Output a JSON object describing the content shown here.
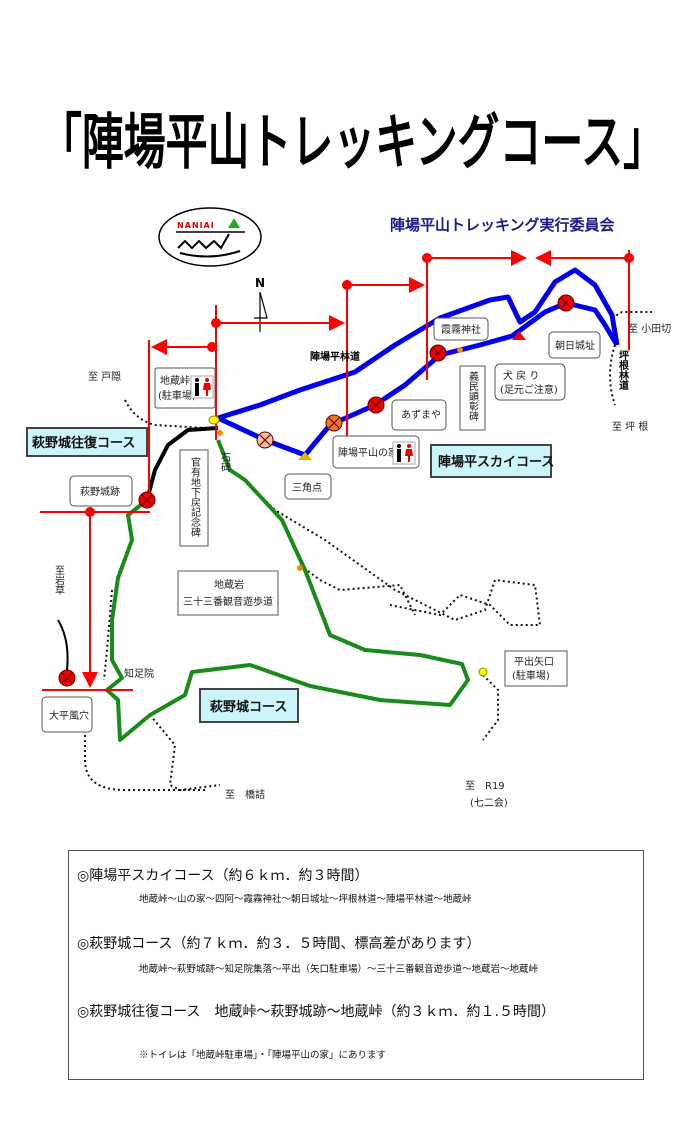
{
  "title": "「陣場平山トレッキングコース」",
  "logo_text": "NANIAI",
  "organizer": "陣場平山トレッキング実行委員会",
  "north": "N",
  "colors": {
    "sky_course": "#0000ee",
    "hagino_course": "#1a8a1a",
    "return_course": "#000000",
    "marker": "#ff0000",
    "course_box": "#ccf5fb",
    "organizer": "#1a1a8c"
  },
  "map": {
    "to_togakushi": "至 戸隠",
    "jizo_toge": "地蔵峠",
    "jizo_toge_parking": "(駐車場)",
    "rindo_jinbadaira": "陣場平林道",
    "return_course": "萩野城往復コース",
    "sekihi": "石碑",
    "kanyuchi": "官有地下戻記念碑",
    "hagino_castle_ruins": "萩野城跡",
    "sankakuten": "三角点",
    "yama_no_ie": "陣場平山の家",
    "sky_course": "陣場平スカイコース",
    "azumaya": "あずまや",
    "gimin": "義民顕彰碑",
    "shrine": "霞霧神社",
    "inumodori": "犬 戻 り",
    "inumodori_note": "(足元ご注意)",
    "asahi_castle": "朝日城址",
    "to_odagiri": "至 小田切",
    "tsubone_rindo": "坪根林道",
    "to_tsubone": "至 坪 根",
    "to_iwakusa": "至岩草",
    "jizo_iwa": "地蔵岩",
    "kannon_path": "三十三番観音遊歩道",
    "chisokuin": "知足院",
    "hagino_course": "萩野城コース",
    "ohira_fuketsu": "大平風穴",
    "hiraide_yaguchi": "平出矢口",
    "hiraide_parking": "(駐車場)",
    "to_hashizume": "至　橋詰",
    "to_r19": "至　R19",
    "to_r19_sub": "(七二会)"
  },
  "legend": {
    "sky_title": "◎陣場平スカイコース（約６ｋｍ．約３時間）",
    "sky_route": "地蔵峠〜山の家〜四阿〜霞霧神社〜朝日城址〜坪根林道〜陣場平林道〜地蔵峠",
    "hagino_title": "◎萩野城コース（約７ｋｍ．約３．５時間、標高差があります）",
    "hagino_route": "地蔵峠〜萩野城跡〜知足院集落〜平出（矢口駐車場）〜三十三番観音遊歩道〜地蔵岩〜地蔵峠",
    "return_title": "◎萩野城往復コース　地蔵峠〜萩野城跡〜地蔵峠（約３ｋｍ．約１.５時間）",
    "toilet_note": "※トイレは「地蔵峠駐車場」・「陣場平山の家」にあります"
  }
}
